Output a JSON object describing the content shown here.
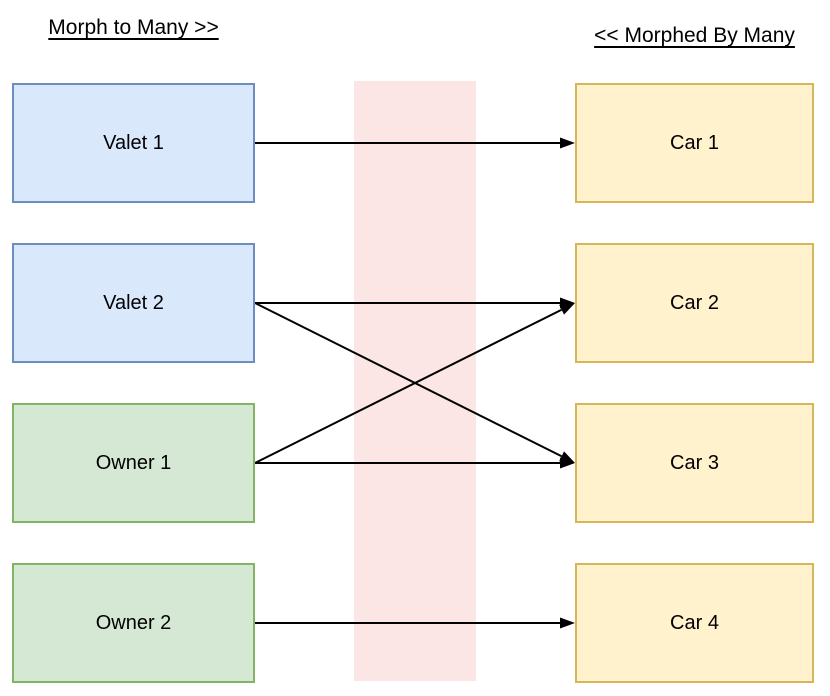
{
  "titles": {
    "left": "Morph to Many >>",
    "right": "<< Morphed By Many"
  },
  "colors": {
    "valet_fill": "#dae8fc",
    "valet_border": "#6c8ebf",
    "owner_fill": "#d5e8d4",
    "owner_border": "#82b366",
    "car_fill": "#fff2cc",
    "car_border": "#d6b656",
    "band_fill": "rgba(248, 206, 204, 0.5)",
    "arrow": "#000000"
  },
  "left_nodes": [
    {
      "id": "valet-1",
      "label": "Valet 1",
      "kind": "valet"
    },
    {
      "id": "valet-2",
      "label": "Valet 2",
      "kind": "valet"
    },
    {
      "id": "owner-1",
      "label": "Owner 1",
      "kind": "owner"
    },
    {
      "id": "owner-2",
      "label": "Owner 2",
      "kind": "owner"
    }
  ],
  "right_nodes": [
    {
      "id": "car-1",
      "label": "Car 1",
      "kind": "car"
    },
    {
      "id": "car-2",
      "label": "Car 2",
      "kind": "car"
    },
    {
      "id": "car-3",
      "label": "Car 3",
      "kind": "car"
    },
    {
      "id": "car-4",
      "label": "Car 4",
      "kind": "car"
    }
  ],
  "edges": [
    {
      "from": "valet-1",
      "to": "car-1"
    },
    {
      "from": "valet-2",
      "to": "car-2"
    },
    {
      "from": "valet-2",
      "to": "car-3"
    },
    {
      "from": "owner-1",
      "to": "car-2"
    },
    {
      "from": "owner-1",
      "to": "car-3"
    },
    {
      "from": "owner-2",
      "to": "car-4"
    }
  ]
}
